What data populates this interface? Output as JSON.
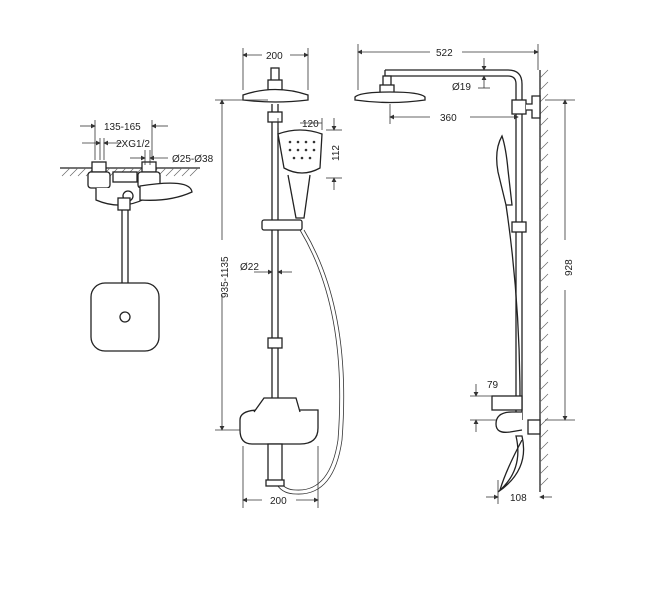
{
  "top_view": {
    "label_spacing": "135-165",
    "label_connection": "2XG1/2",
    "label_diameter": "Ø25-Ø38"
  },
  "front_view": {
    "label_head_width": "200",
    "label_hand_width": "120",
    "label_hand_height": "112",
    "label_height_range": "935-1135",
    "label_pipe_diameter": "Ø22",
    "label_mixer_width": "200"
  },
  "side_view": {
    "label_total_reach": "522",
    "label_arm_diameter": "Ø19",
    "label_head_reach": "360",
    "label_height": "928",
    "label_mixer_height": "79",
    "label_mixer_depth": "108"
  }
}
